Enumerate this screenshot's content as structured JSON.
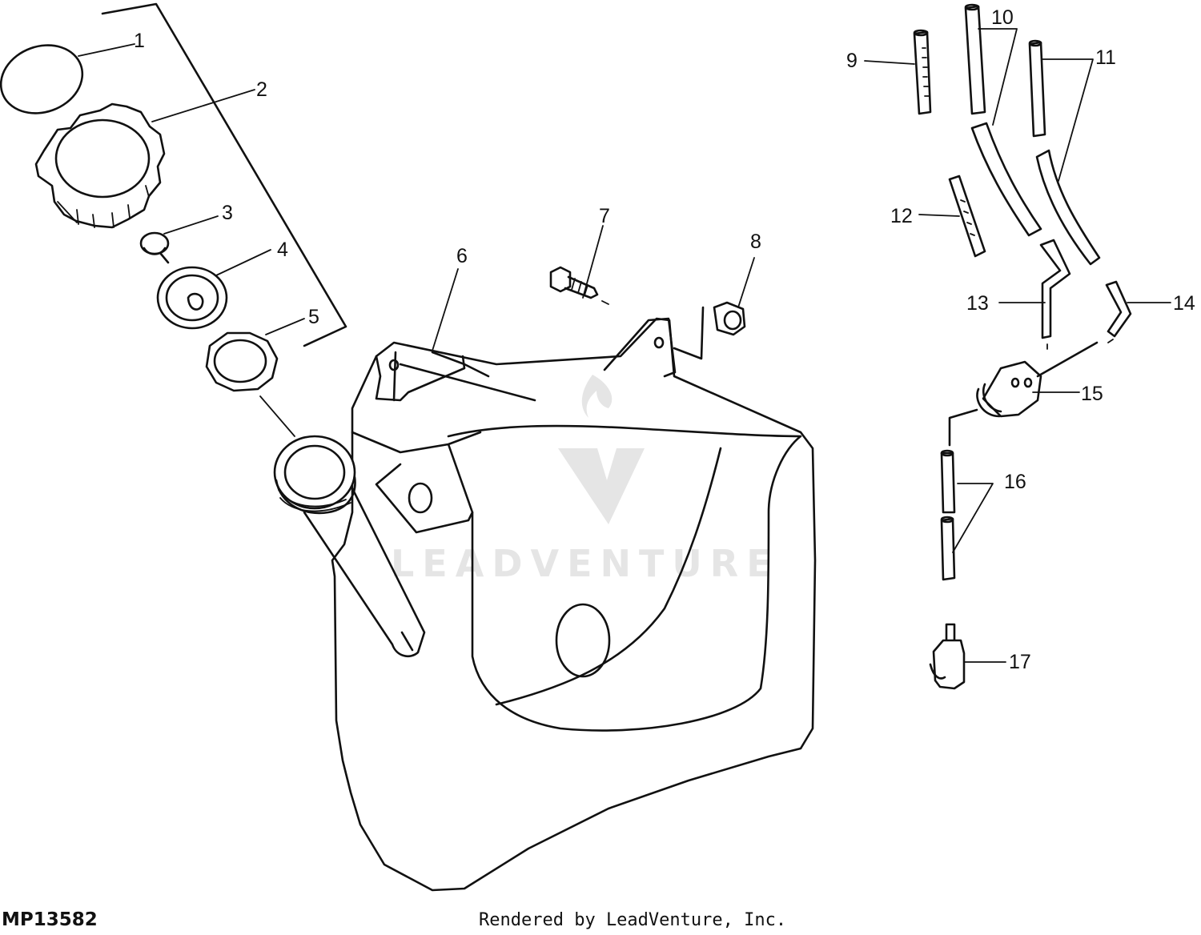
{
  "figure_id": "MP13582",
  "credit": "Rendered by LeadVenture, Inc.",
  "watermark": "LEADVENTURE",
  "callouts": [
    "1",
    "2",
    "3",
    "4",
    "5",
    "6",
    "7",
    "8",
    "9",
    "10",
    "11",
    "12",
    "13",
    "14",
    "15",
    "16",
    "17"
  ]
}
